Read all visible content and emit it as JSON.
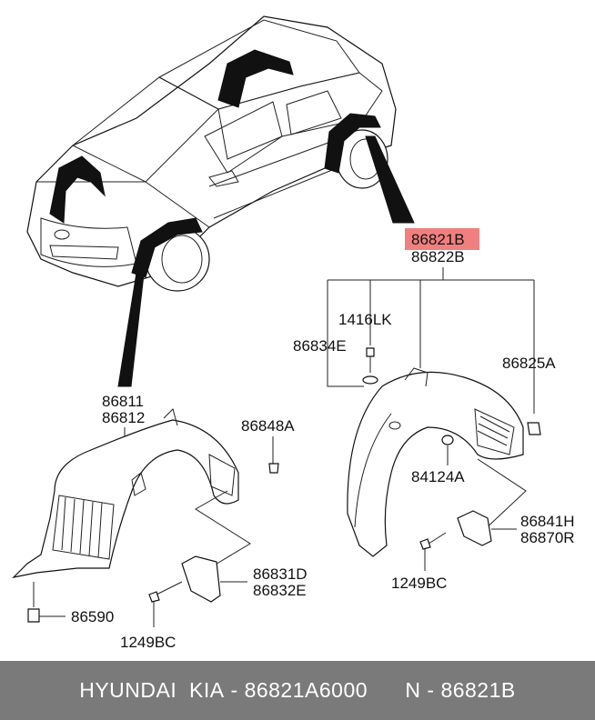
{
  "labels": {
    "main_a": "86821B",
    "main_b": "86822B",
    "bolt_top": "1416LK",
    "washer": "86834E",
    "clip_r": "86825A",
    "nut": "84124A",
    "flap_r_a": "86841H",
    "flap_r_b": "86870R",
    "bolt_r": "1249BC",
    "front_a": "86811",
    "front_b": "86812",
    "clip_f": "86848A",
    "flap_f_a": "86831D",
    "flap_f_b": "86832E",
    "screw_f": "86590",
    "bolt_f": "1249BC"
  },
  "footer": {
    "brand": "HYUNDAI  KIA",
    "sep1": " - ",
    "part_no": "86821A6000",
    "gap": "      ",
    "n_label": "N - ",
    "n_value": "86821B"
  },
  "colors": {
    "highlight": "#f08080",
    "footer_bg": "#7a7a7a"
  }
}
